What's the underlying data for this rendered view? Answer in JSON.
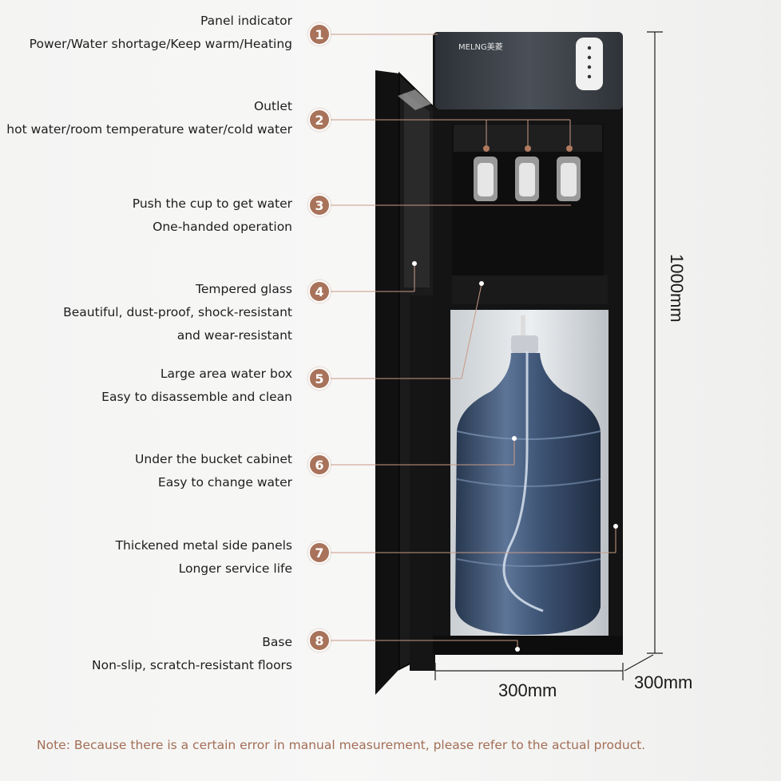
{
  "features": [
    {
      "num": "1",
      "title": "Panel indicator",
      "lines": [
        "Power/Water shortage/Keep warm/Heating"
      ]
    },
    {
      "num": "2",
      "title": "Outlet",
      "lines": [
        "hot water/room temperature water/cold water"
      ]
    },
    {
      "num": "3",
      "title": "Push the cup to get water",
      "lines": [
        "One-handed operation"
      ]
    },
    {
      "num": "4",
      "title": "Tempered glass",
      "lines": [
        "Beautiful, dust-proof, shock-resistant",
        "and wear-resistant"
      ]
    },
    {
      "num": "5",
      "title": "Large area water box",
      "lines": [
        "Easy to disassemble and clean"
      ]
    },
    {
      "num": "6",
      "title": "Under the bucket cabinet",
      "lines": [
        "Easy to change water"
      ]
    },
    {
      "num": "7",
      "title": "Thickened metal side panels",
      "lines": [
        "Longer service life"
      ]
    },
    {
      "num": "8",
      "title": "Base",
      "lines": [
        "Non-slip, scratch-resistant floors"
      ]
    }
  ],
  "dimensions": {
    "height": "1000mm",
    "width": "300mm",
    "depth": "300mm"
  },
  "brand": "MELNG美菱",
  "note": "Note: Because there is a certain error in manual measurement, please refer to the actual product.",
  "colors": {
    "badge": "#a8735a",
    "note": "#a26e55",
    "cabinet": "#161616",
    "panel": "#3a3f45"
  }
}
